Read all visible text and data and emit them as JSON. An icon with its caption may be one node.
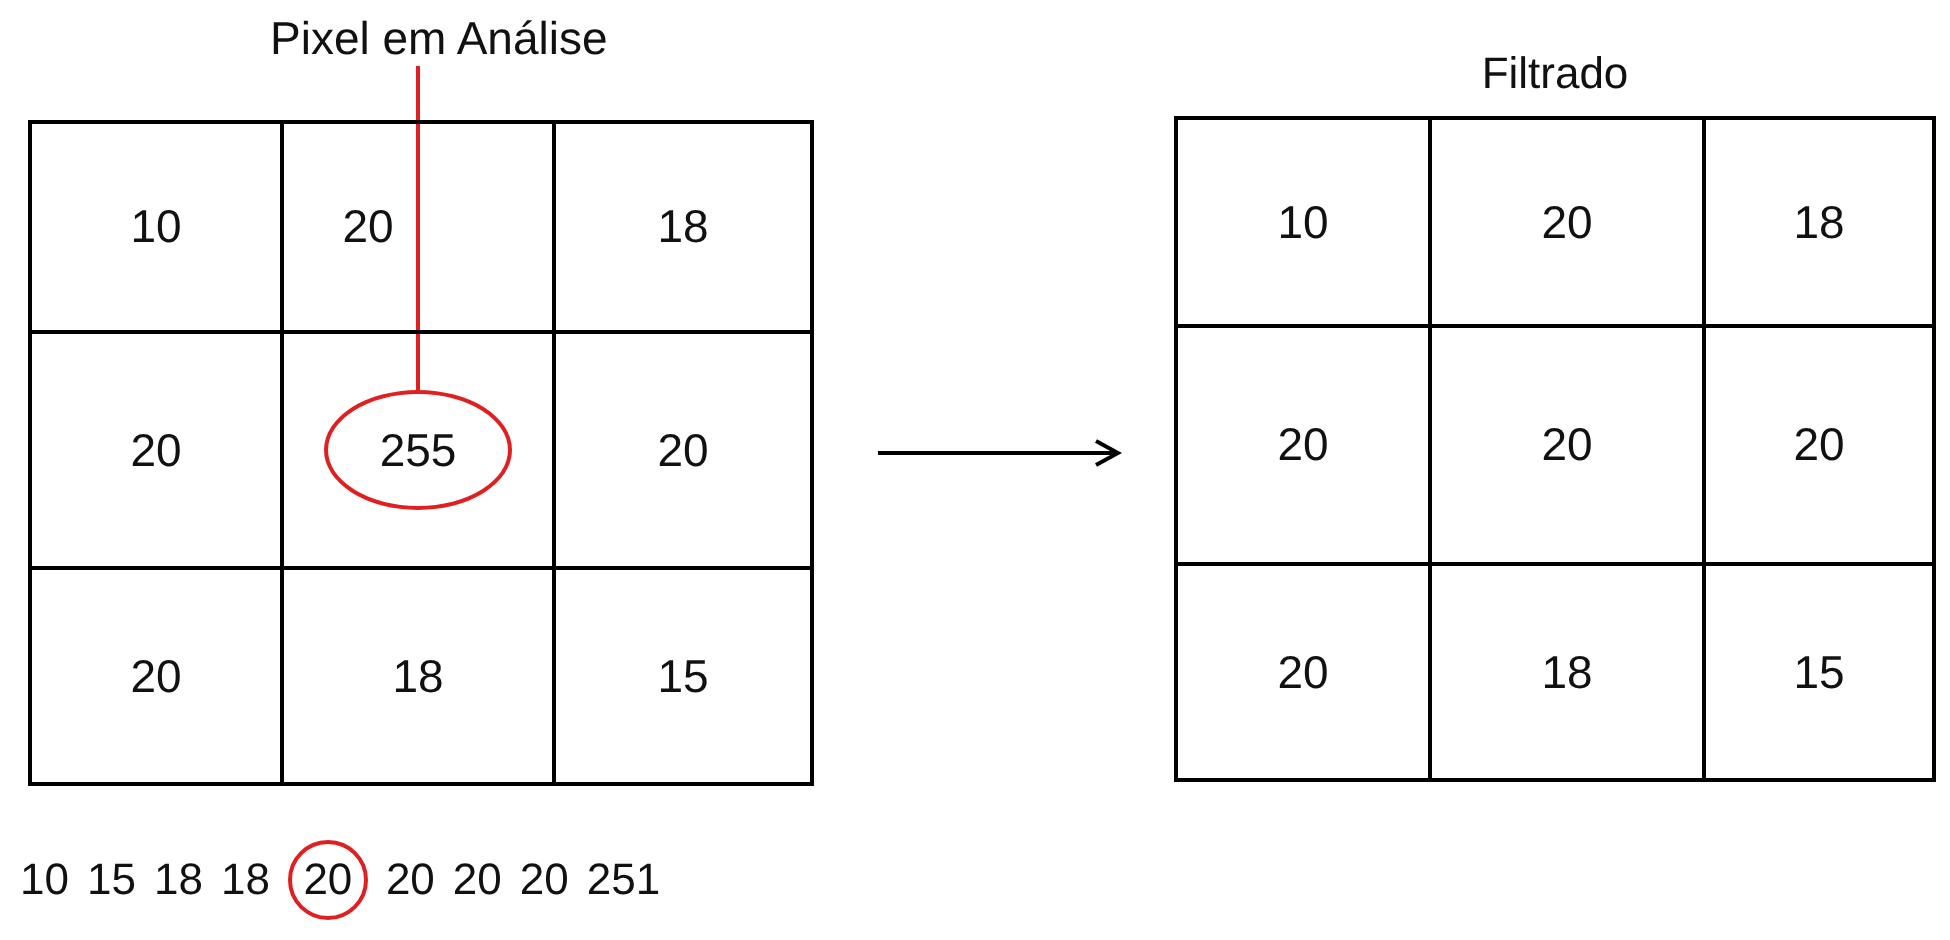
{
  "diagram": {
    "nodes": [
      {
        "text": [
          "Pixel em Análise"
        ]
      },
      {
        "text": [],
        "shape": "box"
      },
      {
        "text": [
          "10"
        ],
        "in": 1
      },
      {
        "text": [
          "20"
        ],
        "in": 1
      },
      {
        "text": [
          "18"
        ],
        "in": 1
      },
      {
        "text": [
          "20"
        ],
        "in": 1
      },
      {
        "text": [],
        "shape": "box",
        "in": 1
      },
      {
        "text": [
          "20"
        ],
        "in": 1
      },
      {
        "text": [
          "20"
        ],
        "in": 1
      },
      {
        "text": [
          "18"
        ],
        "in": 1
      },
      {
        "text": [
          "15"
        ],
        "in": 1
      },
      {
        "text": [
          "255"
        ],
        "in": 6
      },
      {
        "text": [
          "Filtrado"
        ]
      },
      {
        "text": [
          "10"
        ],
        "in": 12
      },
      {
        "text": [
          "20"
        ],
        "in": 12
      },
      {
        "text": [
          "18"
        ],
        "in": 12
      },
      {
        "text": [
          "20"
        ],
        "in": 12
      },
      {
        "text": [
          "20"
        ],
        "in": 12
      },
      {
        "text": [
          "20"
        ],
        "in": 12
      },
      {
        "text": [
          "20"
        ],
        "in": 12
      },
      {
        "text": [
          "18"
        ],
        "in": 12
      },
      {
        "text": [
          "15"
        ],
        "in": 12
      },
      {
        "text": [
          "20"
        ]
      }
    ],
    "edges": [
      {
        "from": 0,
        "to": 11,
        "arrow": "none",
        "color": "#e02020"
      },
      {
        "from": 1,
        "to": 12,
        "arrow": "to",
        "color": "#000000"
      }
    ],
    "labels": [
      "10",
      "15",
      "18",
      "18",
      "20",
      "20",
      "20",
      "251"
    ]
  }
}
